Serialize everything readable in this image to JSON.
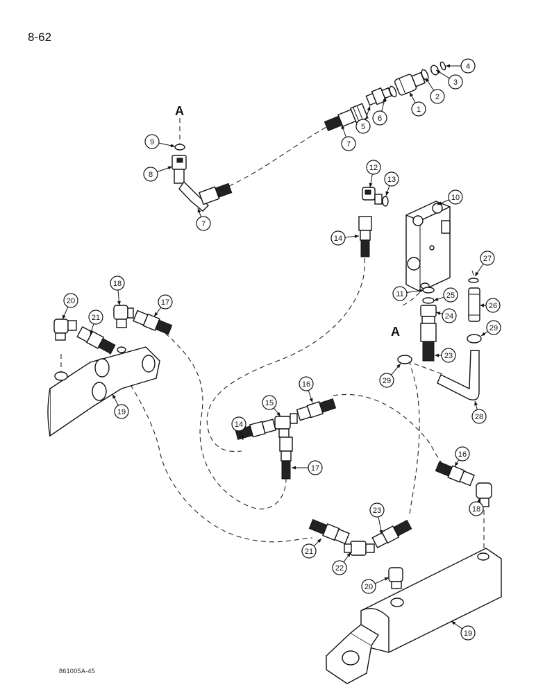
{
  "page_number": "8-62",
  "figure_code": "861005A-45",
  "markers": [
    {
      "id": "marker-a-top",
      "label": "A"
    },
    {
      "id": "marker-a-right",
      "label": "A"
    }
  ],
  "callouts": [
    {
      "id": "c1",
      "label": "1"
    },
    {
      "id": "c2",
      "label": "2"
    },
    {
      "id": "c3",
      "label": "3"
    },
    {
      "id": "c4",
      "label": "4"
    },
    {
      "id": "c5",
      "label": "5"
    },
    {
      "id": "c6",
      "label": "6"
    },
    {
      "id": "c7a",
      "label": "7"
    },
    {
      "id": "c7b",
      "label": "7"
    },
    {
      "id": "c8",
      "label": "8"
    },
    {
      "id": "c9",
      "label": "9"
    },
    {
      "id": "c10",
      "label": "10"
    },
    {
      "id": "c11",
      "label": "11"
    },
    {
      "id": "c12",
      "label": "12"
    },
    {
      "id": "c13",
      "label": "13"
    },
    {
      "id": "c14a",
      "label": "14"
    },
    {
      "id": "c14b",
      "label": "14"
    },
    {
      "id": "c15",
      "label": "15"
    },
    {
      "id": "c16a",
      "label": "16"
    },
    {
      "id": "c16b",
      "label": "16"
    },
    {
      "id": "c17a",
      "label": "17"
    },
    {
      "id": "c17b",
      "label": "17"
    },
    {
      "id": "c18a",
      "label": "18"
    },
    {
      "id": "c18b",
      "label": "18"
    },
    {
      "id": "c19a",
      "label": "19"
    },
    {
      "id": "c19b",
      "label": "19"
    },
    {
      "id": "c20a",
      "label": "20"
    },
    {
      "id": "c20b",
      "label": "20"
    },
    {
      "id": "c21a",
      "label": "21"
    },
    {
      "id": "c21b",
      "label": "21"
    },
    {
      "id": "c22",
      "label": "22"
    },
    {
      "id": "c23a",
      "label": "23"
    },
    {
      "id": "c23b",
      "label": "23"
    },
    {
      "id": "c24",
      "label": "24"
    },
    {
      "id": "c25",
      "label": "25"
    },
    {
      "id": "c26",
      "label": "26"
    },
    {
      "id": "c27",
      "label": "27"
    },
    {
      "id": "c28",
      "label": "28"
    },
    {
      "id": "c29a",
      "label": "29"
    },
    {
      "id": "c29b",
      "label": "29"
    }
  ]
}
